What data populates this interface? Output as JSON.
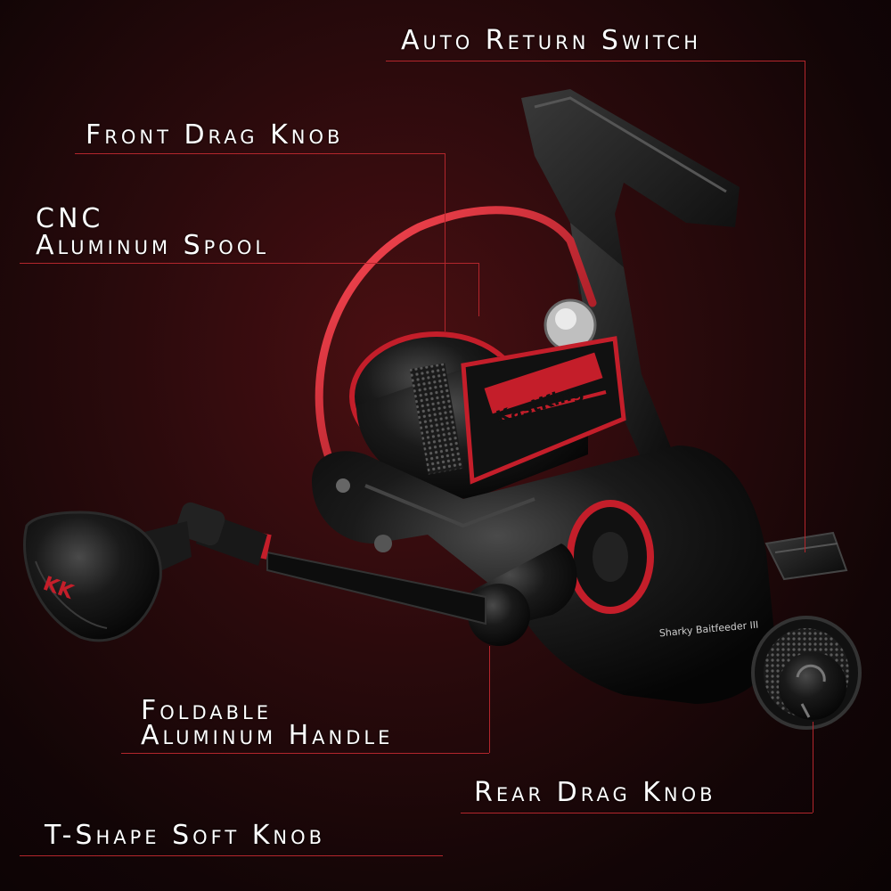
{
  "labels": {
    "auto_return_switch": "Auto Return Switch",
    "front_drag_knob": "Front Drag Knob",
    "cnc_line1": "CNC",
    "cnc_line2": "Aluminum Spool",
    "foldable_line1": "Foldable",
    "foldable_line2": "Aluminum Handle",
    "rear_drag_knob": "Rear Drag Knob",
    "t_shape_knob": "T-Shape Soft Knob"
  },
  "product": {
    "brand": "KastKing",
    "model": "Sharky Baitfeeder III",
    "knob_logo": "KK"
  },
  "colors": {
    "accent_red": "#c41e2a",
    "callout_line": "#b3262c",
    "body_black": "#111111"
  }
}
